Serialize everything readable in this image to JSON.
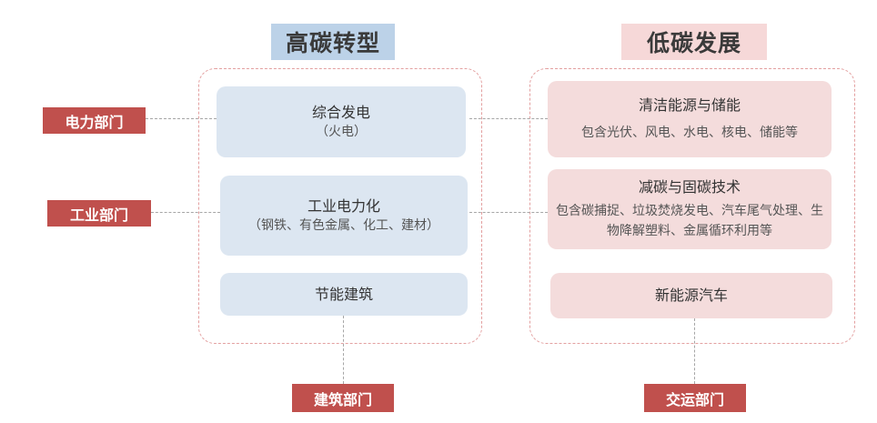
{
  "left": {
    "title": "高碳转型",
    "boxes": [
      {
        "main": "综合发电",
        "sub": "（火电）"
      },
      {
        "main": "工业电力化",
        "sub": "（钢铁、有色金属、化工、建材）"
      },
      {
        "main": "节能建筑"
      }
    ]
  },
  "right": {
    "title": "低碳发展",
    "boxes": [
      {
        "main": "清洁能源与储能",
        "desc": "包含光伏、风电、水电、核电、储能等"
      },
      {
        "main": "减碳与固碳技术",
        "desc": "包含碳捕捉、垃圾焚烧发电、汽车尾气处理、生物降解塑料、金属循环利用等"
      },
      {
        "main": "新能源汽车"
      }
    ]
  },
  "sectors": {
    "power": "电力部门",
    "industry": "工业部门",
    "building": "建筑部门",
    "transport": "交运部门"
  },
  "colors": {
    "sector_red": "#c0504d",
    "left_title_bg": "#bcd2e8",
    "right_title_bg": "#f6d8d8",
    "box_blue": "#dce6f1",
    "box_pink": "#f4dcdc",
    "frame_dash": "#e3a0a0",
    "connector_gray": "#a6a6a6"
  }
}
